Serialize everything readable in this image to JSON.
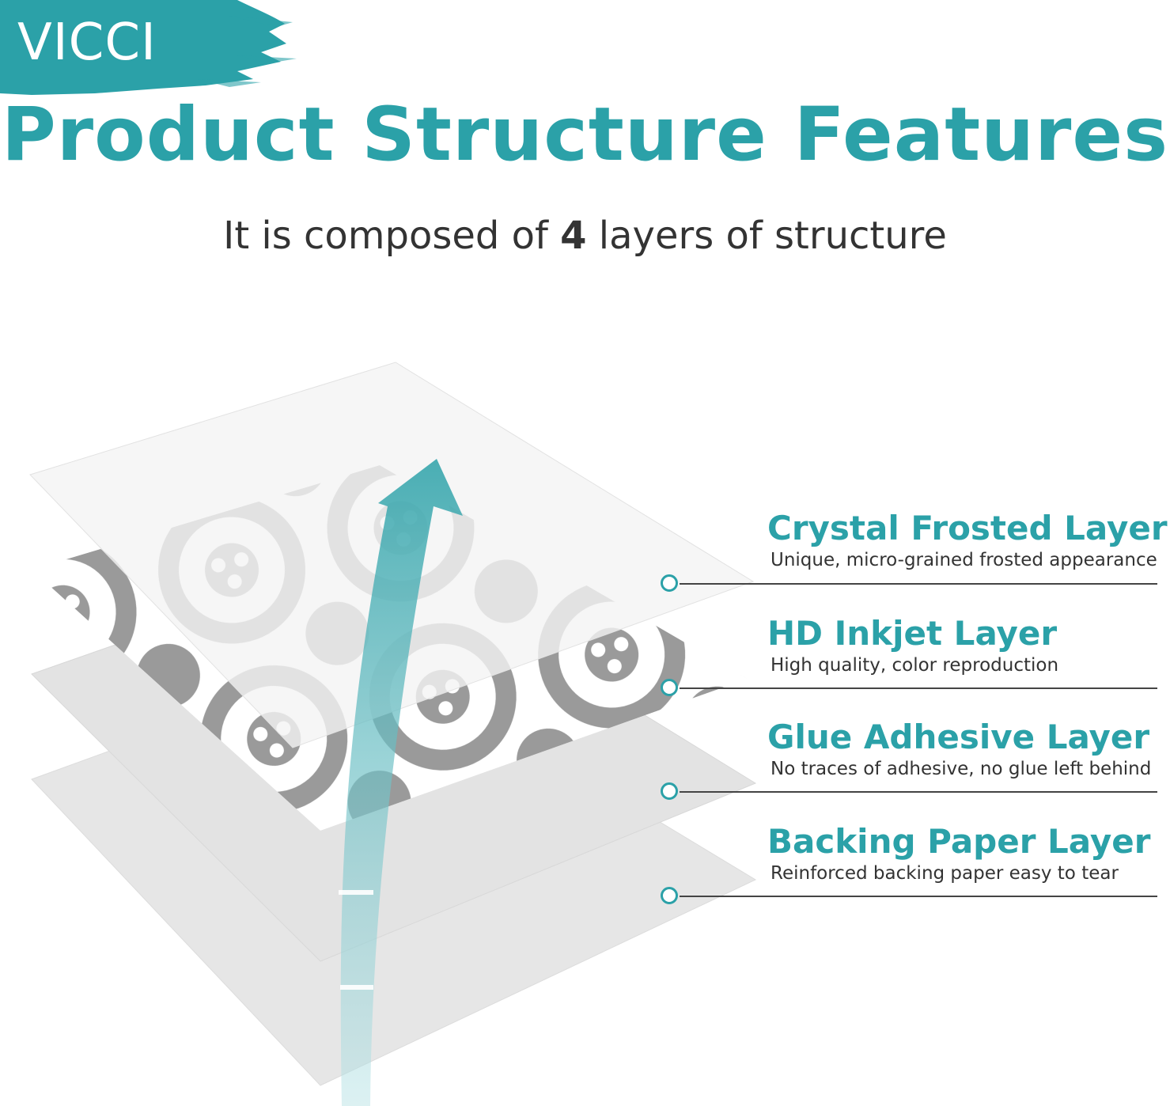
{
  "brand": {
    "name": "VICCI",
    "color": "#2ba1a8"
  },
  "headline": "Product Structure Features",
  "subtitle": {
    "prefix": "It is composed of ",
    "count": "4",
    "suffix": " layers of structure"
  },
  "accent_color": "#2ba1a8",
  "layers": [
    {
      "title": "Crystal Frosted Layer",
      "description": "Unique, micro-grained frosted appearance"
    },
    {
      "title": "HD Inkjet Layer",
      "description": "High quality, color reproduction"
    },
    {
      "title": "Glue Adhesive Layer",
      "description": "No traces of adhesive, no glue left behind"
    },
    {
      "title": "Backing Paper Layer",
      "description": "Reinforced backing paper easy to tear"
    }
  ]
}
